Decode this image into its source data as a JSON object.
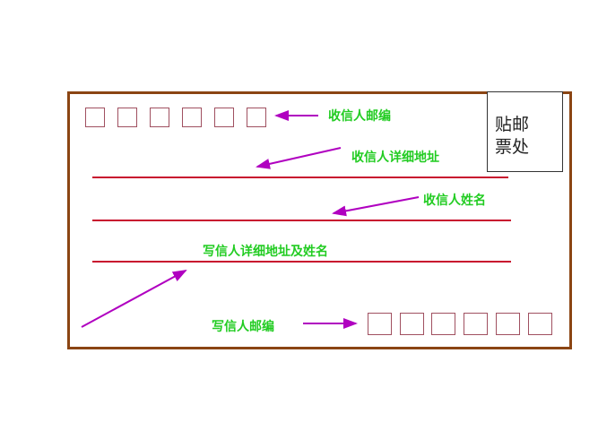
{
  "stamp": {
    "line1": "贴邮",
    "line2": "票处"
  },
  "labels": {
    "recipient_postcode": "收信人邮编",
    "recipient_address": "收信人详细地址",
    "recipient_name": "收信人姓名",
    "sender_address_name": "写信人详细地址及姓名",
    "sender_postcode": "写信人邮编"
  },
  "postcode_box_count": 6,
  "colors": {
    "border": "#8b4513",
    "line": "#c8102e",
    "arrow": "#b000c0",
    "label": "#22cc22"
  }
}
